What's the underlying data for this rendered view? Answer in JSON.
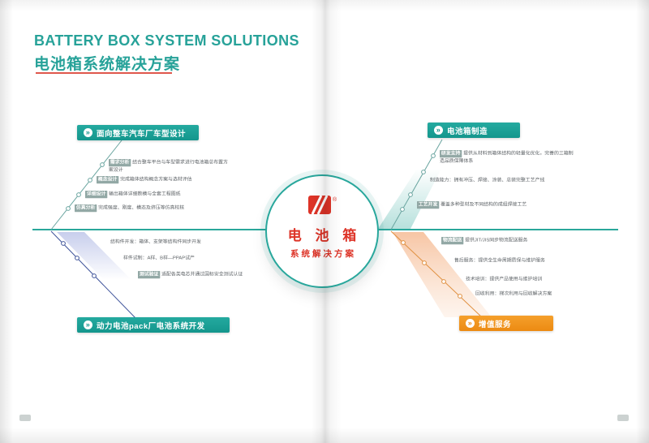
{
  "header": {
    "title_en": "BATTERY BOX SYSTEM SOLUTIONS",
    "title_zh": "电池箱系统解决方案"
  },
  "center_badge": {
    "line1": "电 池 箱",
    "line2": "系统解决方案"
  },
  "icons": {
    "chevron": "»"
  },
  "colors": {
    "teal": "#27a299",
    "orange": "#ec8a12",
    "red": "#dd3327",
    "navy": "#3f549b"
  },
  "branches": [
    {
      "label": "面向整车汽车厂车型设计",
      "items": [
        {
          "title": "需求分析",
          "desc": "结合整车平台与车型需求进行电池箱总布置方案设计"
        },
        {
          "title": "概念设计",
          "desc": "完成箱体结构概念方案与选材评估"
        },
        {
          "title": "详细设计",
          "desc": "输出箱体详细数模与全套工程图纸"
        },
        {
          "title": "仿真分析",
          "desc": "完成强度、刚度、模态及挤压等仿真校核"
        }
      ]
    },
    {
      "label": "动力电池pack厂电池系统开发",
      "items": [
        {
          "desc": "结构件开发：箱体、支架等结构件同步开发"
        },
        {
          "desc": "样件试制：A样、B样—PPAP试产"
        },
        {
          "title": "测试验证",
          "desc": "适配各类电芯并通过国标安全测试认证"
        }
      ]
    },
    {
      "label": "电池箱制造",
      "items": [
        {
          "title": "研发支持",
          "desc": "提供从材料到箱体结构的轻量化优化，完善的三箱制造品质保障体系"
        },
        {
          "desc": "制造能力：拥有冲压、焊接、涂装、总装完整工艺产线"
        },
        {
          "title": "工艺开发",
          "desc": "覆盖多种型材及不同结构的成组焊接工艺"
        }
      ]
    },
    {
      "label": "增值服务",
      "items": [
        {
          "title": "物流配送",
          "desc": "提供JIT/JIS同步物流配送服务"
        },
        {
          "desc": "售后服务：提供全生命周期质保与维护服务"
        },
        {
          "desc": "技术培训：提供产品使用与维护培训"
        },
        {
          "desc": "回收利用：梯次利用与回收解决方案"
        }
      ]
    }
  ]
}
